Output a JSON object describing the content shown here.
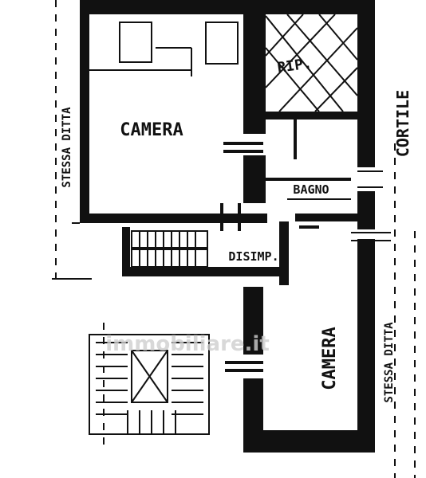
{
  "rooms": {
    "camera_top": "CAMERA",
    "rip": "RIP.",
    "bagno": "BAGNO",
    "disimp": "DISIMP.",
    "camera_bottom": "CAMERA"
  },
  "exterior": {
    "cortile": "CORTILE",
    "stessa_ditta_left": "STESSA DITTA",
    "stessa_ditta_right": "STESSA DITTA"
  },
  "watermark": "immobiliare.it",
  "colors": {
    "ink": "#111111",
    "paper": "#ffffff",
    "watermark": "#cfcfcf"
  }
}
